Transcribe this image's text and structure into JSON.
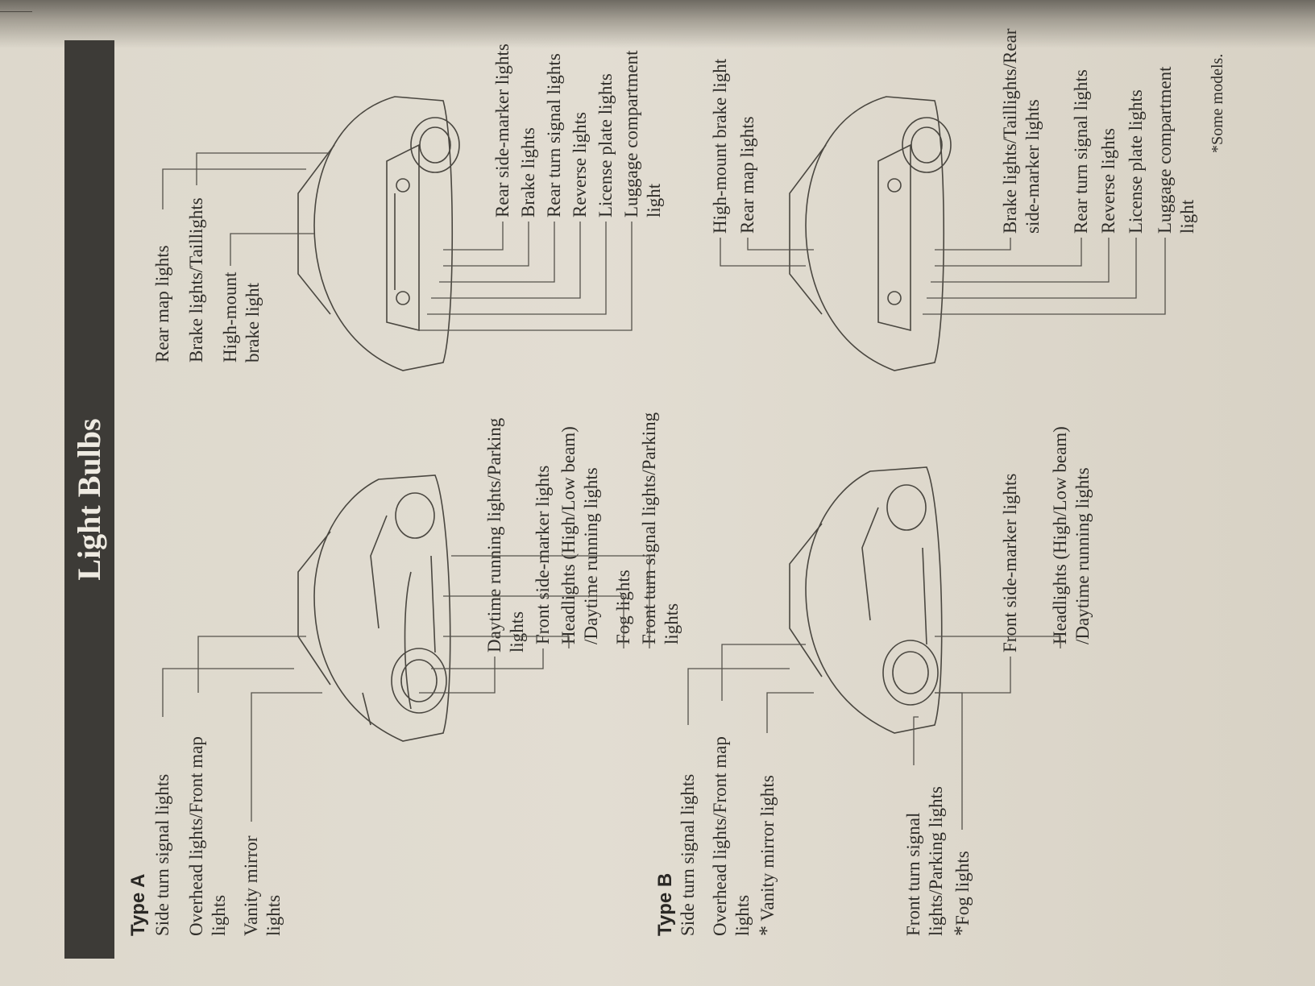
{
  "section_title": "Light Bulbs",
  "type_a": {
    "heading": "Type A",
    "front": [
      {
        "lines": [
          "Side turn signal lights"
        ]
      },
      {
        "lines": [
          "Overhead lights/Front map",
          "lights"
        ]
      },
      {
        "lines": [
          "Vanity mirror",
          "lights"
        ]
      }
    ],
    "front_right": [
      {
        "lines": [
          "Daytime running lights/Parking",
          "lights"
        ]
      },
      {
        "lines": [
          "Front side-marker lights"
        ]
      },
      {
        "lines": [
          "Headlights (High/Low beam)",
          "/Daytime running lights"
        ]
      },
      {
        "lines": [
          "Fog lights"
        ]
      },
      {
        "lines": [
          "Front turn signal lights/Parking",
          "lights"
        ]
      }
    ],
    "rear_left": [
      {
        "lines": [
          "Rear map lights"
        ]
      },
      {
        "lines": [
          "Brake lights/Taillights"
        ]
      },
      {
        "lines": [
          "High-mount",
          "brake light"
        ]
      }
    ],
    "rear_right": [
      {
        "lines": [
          "Rear side-marker lights"
        ]
      },
      {
        "lines": [
          "Brake lights"
        ]
      },
      {
        "lines": [
          "Rear turn signal lights"
        ]
      },
      {
        "lines": [
          "Reverse lights"
        ]
      },
      {
        "lines": [
          "License plate lights"
        ]
      },
      {
        "lines": [
          "Luggage compartment",
          "light"
        ]
      }
    ]
  },
  "type_b": {
    "heading": "Type B",
    "front": [
      {
        "lines": [
          "Side turn signal lights"
        ]
      },
      {
        "lines": [
          "Overhead lights/Front map",
          "lights"
        ]
      },
      {
        "lines": [
          "Vanity mirror lights"
        ],
        "star": "*"
      }
    ],
    "front_bottom": [
      {
        "lines": [
          "Front turn signal",
          "lights/Parking lights"
        ]
      },
      {
        "lines": [
          "Fog lights"
        ],
        "star": "*"
      }
    ],
    "front_right": [
      {
        "lines": [
          "Front side-marker lights"
        ]
      },
      {
        "lines": [
          "Headlights (High/Low beam)",
          "/Daytime running lights"
        ]
      }
    ],
    "rear_top": [
      {
        "lines": [
          "High-mount brake light"
        ]
      },
      {
        "lines": [
          "Rear map lights"
        ]
      }
    ],
    "rear_right": [
      {
        "lines": [
          "Brake lights/Taillights/Rear",
          "side-marker lights"
        ]
      },
      {
        "lines": [
          "Rear turn signal lights"
        ]
      },
      {
        "lines": [
          "Reverse lights"
        ]
      },
      {
        "lines": [
          "License plate lights"
        ]
      },
      {
        "lines": [
          "Luggage compartment",
          "light"
        ]
      }
    ]
  },
  "footnote": {
    "star": "*",
    "text": "Some models."
  }
}
